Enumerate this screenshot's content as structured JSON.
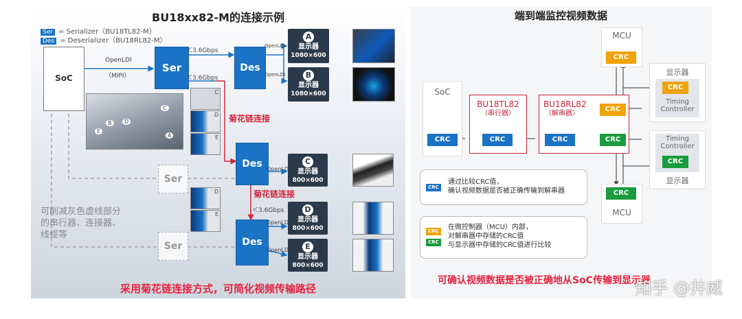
{
  "left": {
    "title": "BU18xx82-M的连接示例",
    "legend": [
      {
        "tag": "Ser",
        "text": "= Serializer（BU18TL82-M）"
      },
      {
        "tag": "Des",
        "text": "= Deserializer（BU18RL82-M）"
      }
    ],
    "soc": "SoC",
    "openldi_mipi": "OpenLDI",
    "mipi": "（MIPI）",
    "ser": "Ser",
    "des": "Des",
    "speed": "＜3.6Gbps",
    "openldi": "OpenLDI",
    "displays": [
      {
        "id": "A",
        "label": "显示器",
        "res": "1080×600"
      },
      {
        "id": "B",
        "label": "显示器",
        "res": "1080×600"
      },
      {
        "id": "C",
        "label": "显示器",
        "res": "800×600"
      },
      {
        "id": "D",
        "label": "显示器",
        "res": "800×600"
      },
      {
        "id": "E",
        "label": "显示器",
        "res": "800×600"
      }
    ],
    "daisy_chain": "菊花链连接",
    "small_tags": [
      "C",
      "D",
      "E",
      "D",
      "E",
      "A",
      "B",
      "C",
      "D",
      "E"
    ],
    "grey_note": [
      "可削减灰色虚线部分",
      "的串行器、连接器、",
      "线缆等"
    ],
    "bottom": "采用菊花链连接方式，可简化视频传输路径"
  },
  "right": {
    "title": "端到端监控视频数据",
    "soc": "SoC",
    "serializer_name": "BU18TL82",
    "serializer_role": "（串行器）",
    "deserializer_name": "BU18RL82",
    "deserializer_role": "（解串器）",
    "crc": "CRC",
    "mcu": "MCU",
    "display": "显示器",
    "timing_controller": [
      "Timing",
      "Controller"
    ],
    "legend1": [
      "通过比较CRC值，",
      "确认视频数据是否被正确传输到解串器"
    ],
    "legend2": [
      "在微控制器（MCU）内部，",
      "对解串器中存储的CRC值",
      "与显示器中存储的CRC值进行比较"
    ],
    "bottom": "可确认视频数据是否被正确地从SoC传输到显示器"
  },
  "watermark": "知乎 @井威",
  "colors": {
    "blue": "#1a73c5",
    "orange": "#f0a30a",
    "green": "#1a9c3e",
    "red": "#e6233e"
  }
}
